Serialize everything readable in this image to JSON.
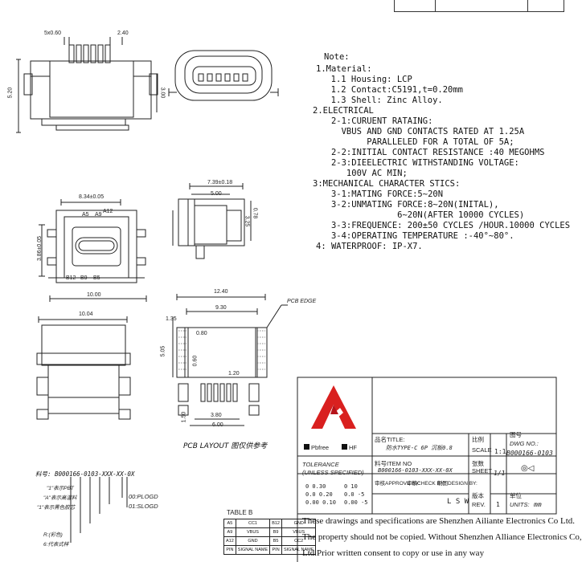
{
  "notes": {
    "heading": "Note:",
    "lines": [
      "1.Material:",
      "  1.1 Housing: LCP",
      "  1.2 Contact:C5191,t=0.20mm",
      "  1.3 Shell: Zinc Alloy.",
      "2.ELECTRICAL",
      "   2-1:CURUENT RATAING:",
      "     VBUS AND GND CONTACTS RATED AT 1.25A",
      "          PARALLELED FOR A TOTAL OF 5A;",
      "   2-2:INITIAL CONTACT RESISTANCE :40 MEGOHMS",
      "   2-3:DIEELECTRIC WITHSTANDING VOLTAGE:",
      "      100V AC MIN;",
      "3:MECHANICAL CHARACTER STICS:",
      "   3-1:MATING FORCE:5~20N",
      "   3-2:UNMATING FORCE:8~20N(INITAL),",
      "                6~20N(AFTER 10000 CYCLES)",
      "   3-3:FREQUENCE: 200±50 CYCLES /HOUR.10000 CYCLES",
      "   3-4:OPERATING TEMPERATURE :-40°~80°.",
      "4: WATERPROOF: IP-X7."
    ]
  },
  "dims": {
    "top_pitch": "5x0.60",
    "top_pitch2": "2.40",
    "side_h1": "5.20",
    "side_h2": "3.00",
    "front_w": "8.34±0.05",
    "pin_a5": "A5",
    "pin_a9": "A9",
    "pin_a12": "A12",
    "pin_b12": "B12",
    "pin_b9": "B9",
    "pin_b5": "B5",
    "front_total": "10.00",
    "front_h": "3.86±0.05",
    "side_w": "7.39±0.18",
    "side_w2": "5.00",
    "side_h3": "3.25",
    "side_h4": "0.78",
    "bottom_w": "10.04",
    "pcb_w": "12.40",
    "pcb_w2": "9.30",
    "pcb_h1": "1.35",
    "pcb_h2": "5.05",
    "pcb_h3": "0.80",
    "pcb_h4": "1.20",
    "pcb_h5": "1.50",
    "pcb_h6": "3.80",
    "pcb_h7": "6.00",
    "pcb_h8": "0.60",
    "pcb_edge": "PCB EDGE",
    "pcb_title": "PCB LAYOUT 图仅供参考"
  },
  "part_code": {
    "prefix": "料号:",
    "code": "B000166-0103-XXX-XX-0X",
    "opt1": "00:PLOGD",
    "opt2": "01:SLOGD",
    "leg1": "\"1\"表示PBT",
    "leg2": "\"A\"表示高温料",
    "leg3": "\"1\"表示黑色胶芯",
    "leg4": "R:(彩色)",
    "leg5": "6:代表式样"
  },
  "table_b": {
    "title": "TABLE B",
    "rows": [
      [
        "A5",
        "CC1",
        "B12",
        "GND"
      ],
      [
        "A9",
        "VBUS",
        "B9",
        "VBUS"
      ],
      [
        "A12",
        "GND",
        "B5",
        "CC2"
      ],
      [
        "PIN",
        "SIGNAL NAME",
        "PIN",
        "SIGNAL NAME"
      ]
    ]
  },
  "title_block": {
    "pbfree": "Pbfree",
    "hf": "HF",
    "file_title_label": "品名TITLE:",
    "file_title_value": "防水TYPE-C 6P 沉板0.8",
    "scale_label": "比例",
    "scale_label2": "SCALE",
    "scale_value": "1:1",
    "dwg_label": "图号",
    "dwg_label2": "DWG NO.:",
    "dwg_value": "B000166-0103",
    "tolerance_label": "TOLERANCE",
    "tolerance_label2": "(UNLESS SPECIFIED)",
    "tol_a": "0   0.30",
    "tol_b": "0.0  0.20",
    "tol_c": "0.00  0.10",
    "tol_d": "0   10",
    "tol_e": "0.0  -5",
    "tol_f": "0.00  -5",
    "item_label": "料号ITEM NO",
    "item_value": "B000166-0103-XXX-XX-0X",
    "sheet_label": "张数",
    "sheet_label2": "SHEET",
    "sheet_value": "1/1",
    "approve_label": "审核APPROVE BY:",
    "check_label": "审核CHECK BY:",
    "design_label": "制图DESIGN BY:",
    "design_value": "L S W",
    "rev_label": "版本",
    "rev_label2": "REV.",
    "rev_value": "1",
    "units_label": "单位",
    "units_label2": "UNITS:",
    "units_value": "mm"
  },
  "footer": {
    "line1": "These drawings and specifications are Shenzhen Ailiante Electronics Co Ltd.",
    "line2": "The property should not be copied. Without Shenzhen Alliance Electronics Co,",
    "line3": "Ltd.Prior written consent to copy or use in any way"
  }
}
